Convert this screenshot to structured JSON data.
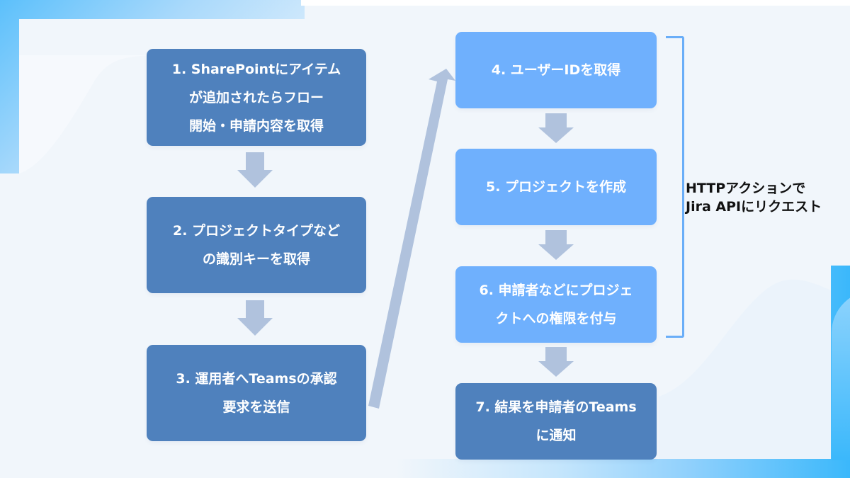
{
  "diagram": {
    "type": "flowchart",
    "colors": {
      "dark_step": "#4f81bd",
      "light_step": "#6fb0fd",
      "arrow": "#b0c2dd",
      "bracket": "#6aaef8",
      "background": "#f1f6fb",
      "text_on_box": "#ffffff",
      "annotation_text": "#111111"
    },
    "steps": [
      {
        "id": 1,
        "label": "1. SharePointにアイテム\nが追加されたらフロー\n開始・申請内容を取得",
        "style": "dark"
      },
      {
        "id": 2,
        "label": "2. プロジェクトタイプなど\nの識別キーを取得",
        "style": "dark"
      },
      {
        "id": 3,
        "label": "3. 運用者へTeamsの承認\n要求を送信",
        "style": "dark"
      },
      {
        "id": 4,
        "label": "4. ユーザーIDを取得",
        "style": "light"
      },
      {
        "id": 5,
        "label": "5. プロジェクトを作成",
        "style": "light"
      },
      {
        "id": 6,
        "label": "6. 申請者などにプロジェ\nクトへの権限を付与",
        "style": "light"
      },
      {
        "id": 7,
        "label": "7. 結果を申請者のTeams\nに通知",
        "style": "dark"
      }
    ],
    "edges": [
      {
        "from": 1,
        "to": 2,
        "icon": "down-arrow-icon"
      },
      {
        "from": 2,
        "to": 3,
        "icon": "down-arrow-icon"
      },
      {
        "from": 3,
        "to": 4,
        "icon": "diagonal-up-arrow-icon"
      },
      {
        "from": 4,
        "to": 5,
        "icon": "down-arrow-icon"
      },
      {
        "from": 5,
        "to": 6,
        "icon": "down-arrow-icon"
      },
      {
        "from": 6,
        "to": 7,
        "icon": "down-arrow-icon"
      }
    ],
    "group": {
      "covers_steps": [
        4,
        5,
        6
      ],
      "icon": "right-bracket-icon",
      "annotation": "HTTPアクションで\nJira APIにリクエスト"
    }
  }
}
